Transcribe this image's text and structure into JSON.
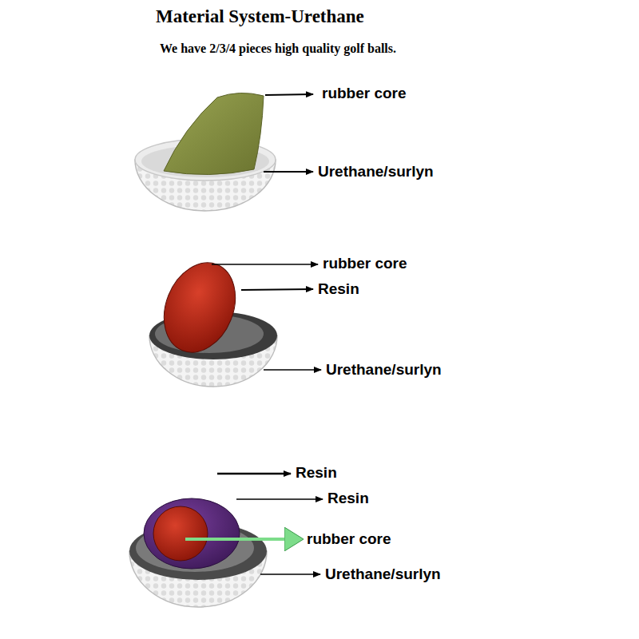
{
  "diagram": {
    "title": "Material System-Urethane",
    "labels": [
      "We have 2/3/4 pieces high quality golf balls.",
      "rubber core",
      "Urethane/surlyn",
      "rubber core",
      "Resin",
      "Urethane/surlyn",
      "Resin",
      "Resin",
      "rubber core",
      "Urethane/surlyn"
    ]
  }
}
